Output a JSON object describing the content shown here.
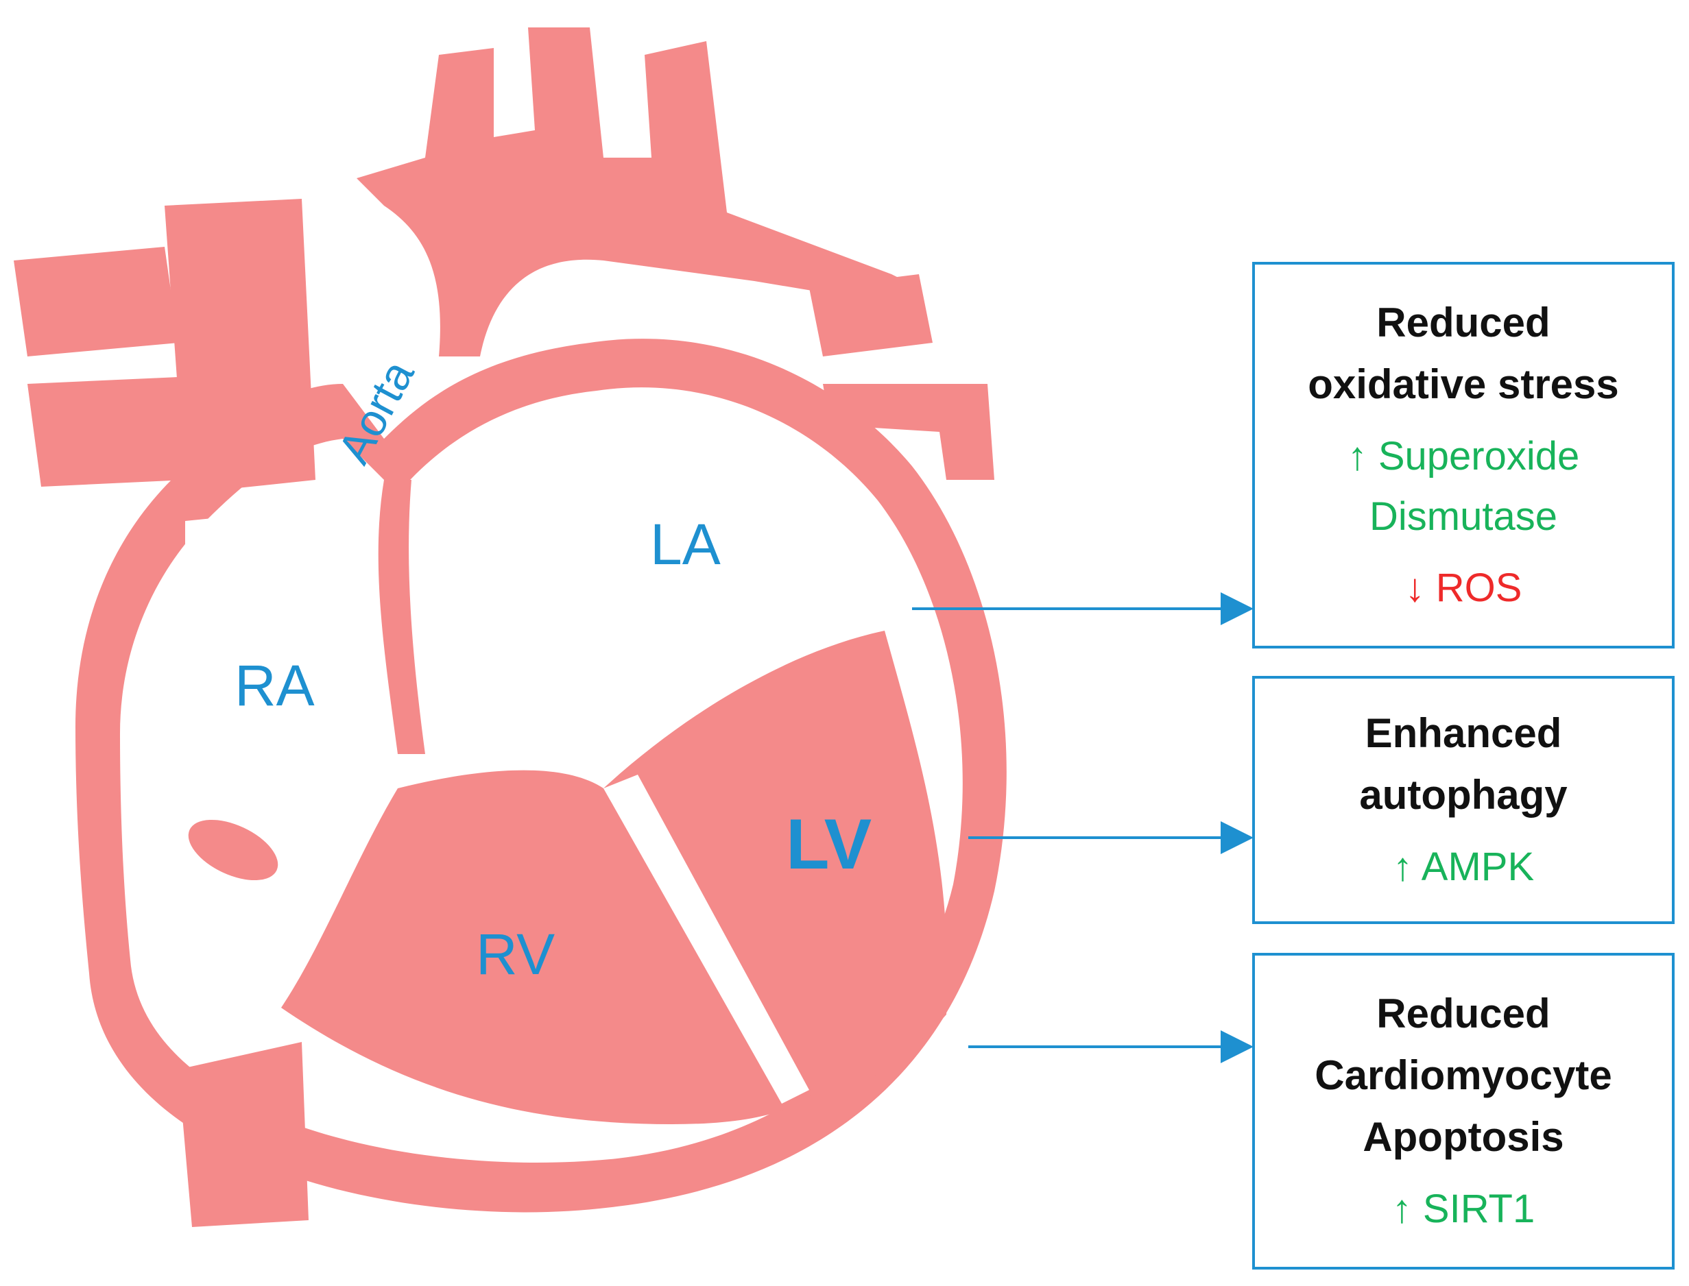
{
  "colors": {
    "heart": "#f48a8a",
    "label": "#1e90d0",
    "box_border": "#1e90d0",
    "increase": "#18b35a",
    "decrease": "#ee2a2a",
    "title": "#111111"
  },
  "heart": {
    "aorta_label": "Aorta",
    "ra_label": "RA",
    "la_label": "LA",
    "rv_label": "RV",
    "lv_label": "LV"
  },
  "boxes": [
    {
      "title_lines": [
        "Reduced",
        "oxidative stress"
      ],
      "markers": [
        {
          "arrow": "↑",
          "text_lines": [
            "Superoxide",
            "Dismutase"
          ],
          "direction": "up"
        },
        {
          "arrow": "↓",
          "text_lines": [
            "ROS"
          ],
          "direction": "down"
        }
      ]
    },
    {
      "title_lines": [
        "Enhanced",
        "autophagy"
      ],
      "markers": [
        {
          "arrow": "↑",
          "text_lines": [
            "AMPK"
          ],
          "direction": "up"
        }
      ]
    },
    {
      "title_lines": [
        "Reduced",
        "Cardiomyocyte",
        "Apoptosis"
      ],
      "markers": [
        {
          "arrow": "↑",
          "text_lines": [
            "SIRT1"
          ],
          "direction": "up"
        }
      ]
    }
  ]
}
